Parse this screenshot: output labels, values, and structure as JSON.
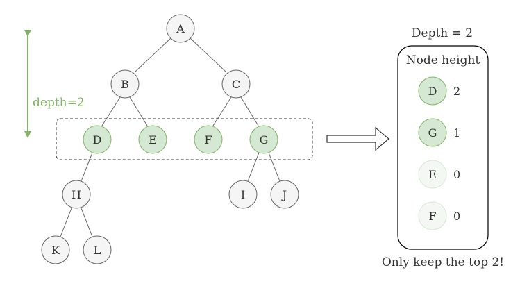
{
  "tree": {
    "nodes": {
      "A": "A",
      "B": "B",
      "C": "C",
      "D": "D",
      "E": "E",
      "F": "F",
      "G": "G",
      "H": "H",
      "I": "I",
      "J": "J",
      "K": "K",
      "L": "L"
    },
    "highlighted": [
      "D",
      "E",
      "F",
      "G"
    ]
  },
  "depth_label": "depth=2",
  "panel": {
    "title": "Depth = 2",
    "header": "Node height",
    "items": [
      {
        "node": "D",
        "height": "2",
        "kept": true
      },
      {
        "node": "G",
        "height": "1",
        "kept": true
      },
      {
        "node": "E",
        "height": "0",
        "kept": false
      },
      {
        "node": "F",
        "height": "0",
        "kept": false
      }
    ],
    "caption": "Only keep the top 2!"
  },
  "colors": {
    "node_fill": "#f5f5f5",
    "node_stroke": "#666666",
    "highlight_fill": "#d5e8d4",
    "highlight_stroke": "#82b366",
    "faded_fill": "#f3f8f2",
    "faded_stroke": "#d5e8d4",
    "depth_arrow": "#82b366",
    "text": "#333333"
  }
}
